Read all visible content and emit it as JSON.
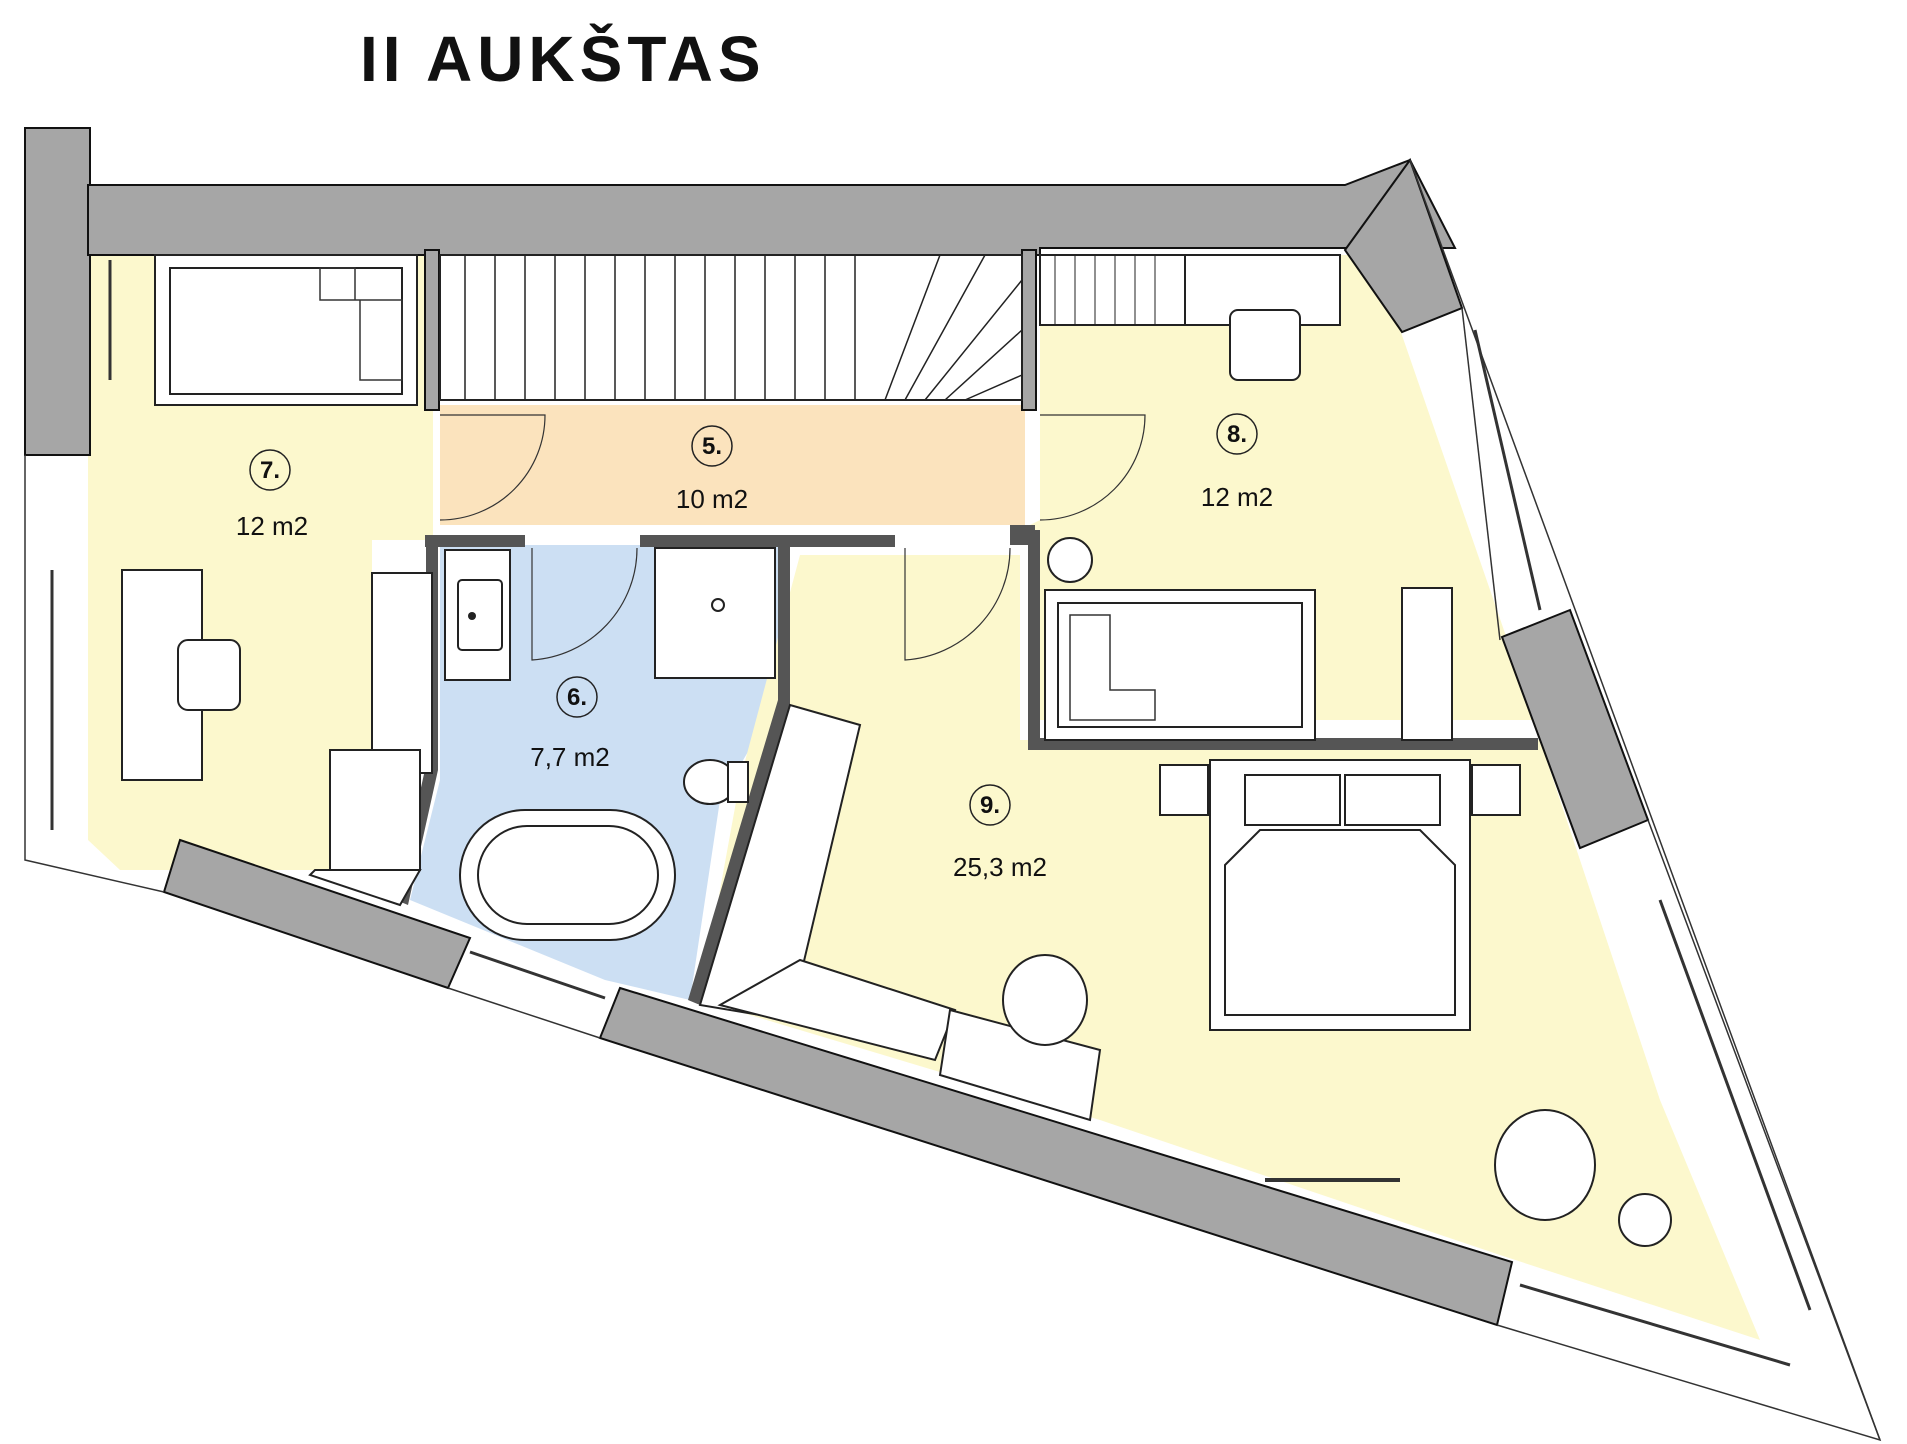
{
  "title": "II AUKŠTAS",
  "colors": {
    "wall": "#a6a6a6",
    "wall_stroke": "#111111",
    "room_yellow": "#fcf8cd",
    "room_corridor": "#fbe3bd",
    "room_bath": "#ccdff3",
    "label_circle": "#fcf8cd"
  },
  "rooms": [
    {
      "number": "7.",
      "area": "12 m2",
      "fill": "room_yellow"
    },
    {
      "number": "5.",
      "area": "10 m2",
      "fill": "room_corridor"
    },
    {
      "number": "8.",
      "area": "12 m2",
      "fill": "room_yellow"
    },
    {
      "number": "6.",
      "area": "7,7 m2",
      "fill": "room_bath"
    },
    {
      "number": "9.",
      "area": "25,3 m2",
      "fill": "room_yellow"
    }
  ]
}
